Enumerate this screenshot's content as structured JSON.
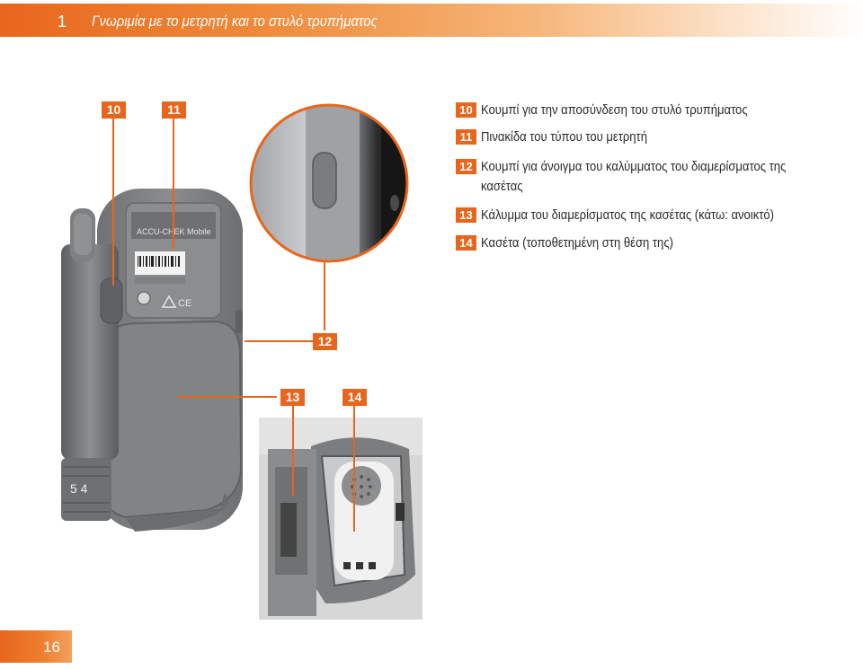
{
  "header": {
    "chapter_number": "1",
    "chapter_title": "Γνωριμία με το μετρητή και το στυλό τρυπήματος"
  },
  "legend": [
    {
      "number": "10",
      "text": "Κουμπί για την αποσύνδεση του στυλό τρυπήματος"
    },
    {
      "number": "11",
      "text": "Πινακίδα του τύπου του μετρητή"
    },
    {
      "number": "12",
      "text": "Κουμπί για άνοιγμα του καλύμματος του διαμερίσματος της κασέτας"
    },
    {
      "number": "13",
      "text": "Κάλυμμα του διαμερίσματος της κασέτας (κάτω: ανοικτό)"
    },
    {
      "number": "14",
      "text": "Κασέτα (τοποθετημένη στη θέση της)"
    }
  ],
  "callouts": {
    "c10": "10",
    "c11": "11",
    "c12": "12",
    "c13": "13",
    "c14": "14"
  },
  "device": {
    "brand": "ACCU-CHEK Mobile",
    "scale_digits": "5 4"
  },
  "footer": {
    "page_number": "16"
  },
  "colors": {
    "accent": "#e8661c",
    "device_gray": "#7d7f80"
  }
}
